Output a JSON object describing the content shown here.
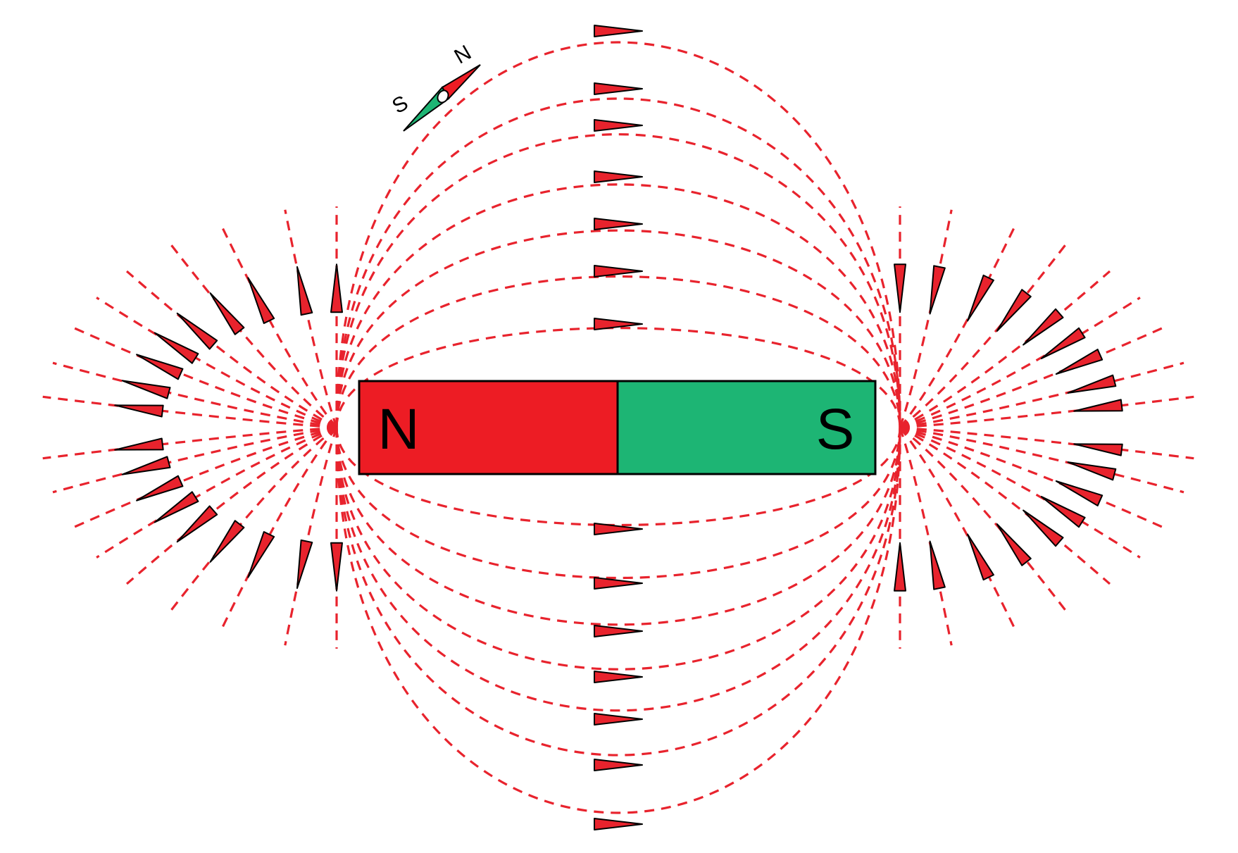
{
  "magnet": {
    "north_label": "N",
    "south_label": "S",
    "north_color": "#ed1c24",
    "south_color": "#1db574"
  },
  "compass": {
    "north_label": "N",
    "south_label": "S",
    "north_color": "#ed1c24",
    "south_color": "#1db574"
  },
  "field": {
    "line_color": "#e8232d",
    "arrow_color": "#e8232d",
    "arrow_outline": "#000000",
    "arrow_direction": "north-to-south"
  }
}
